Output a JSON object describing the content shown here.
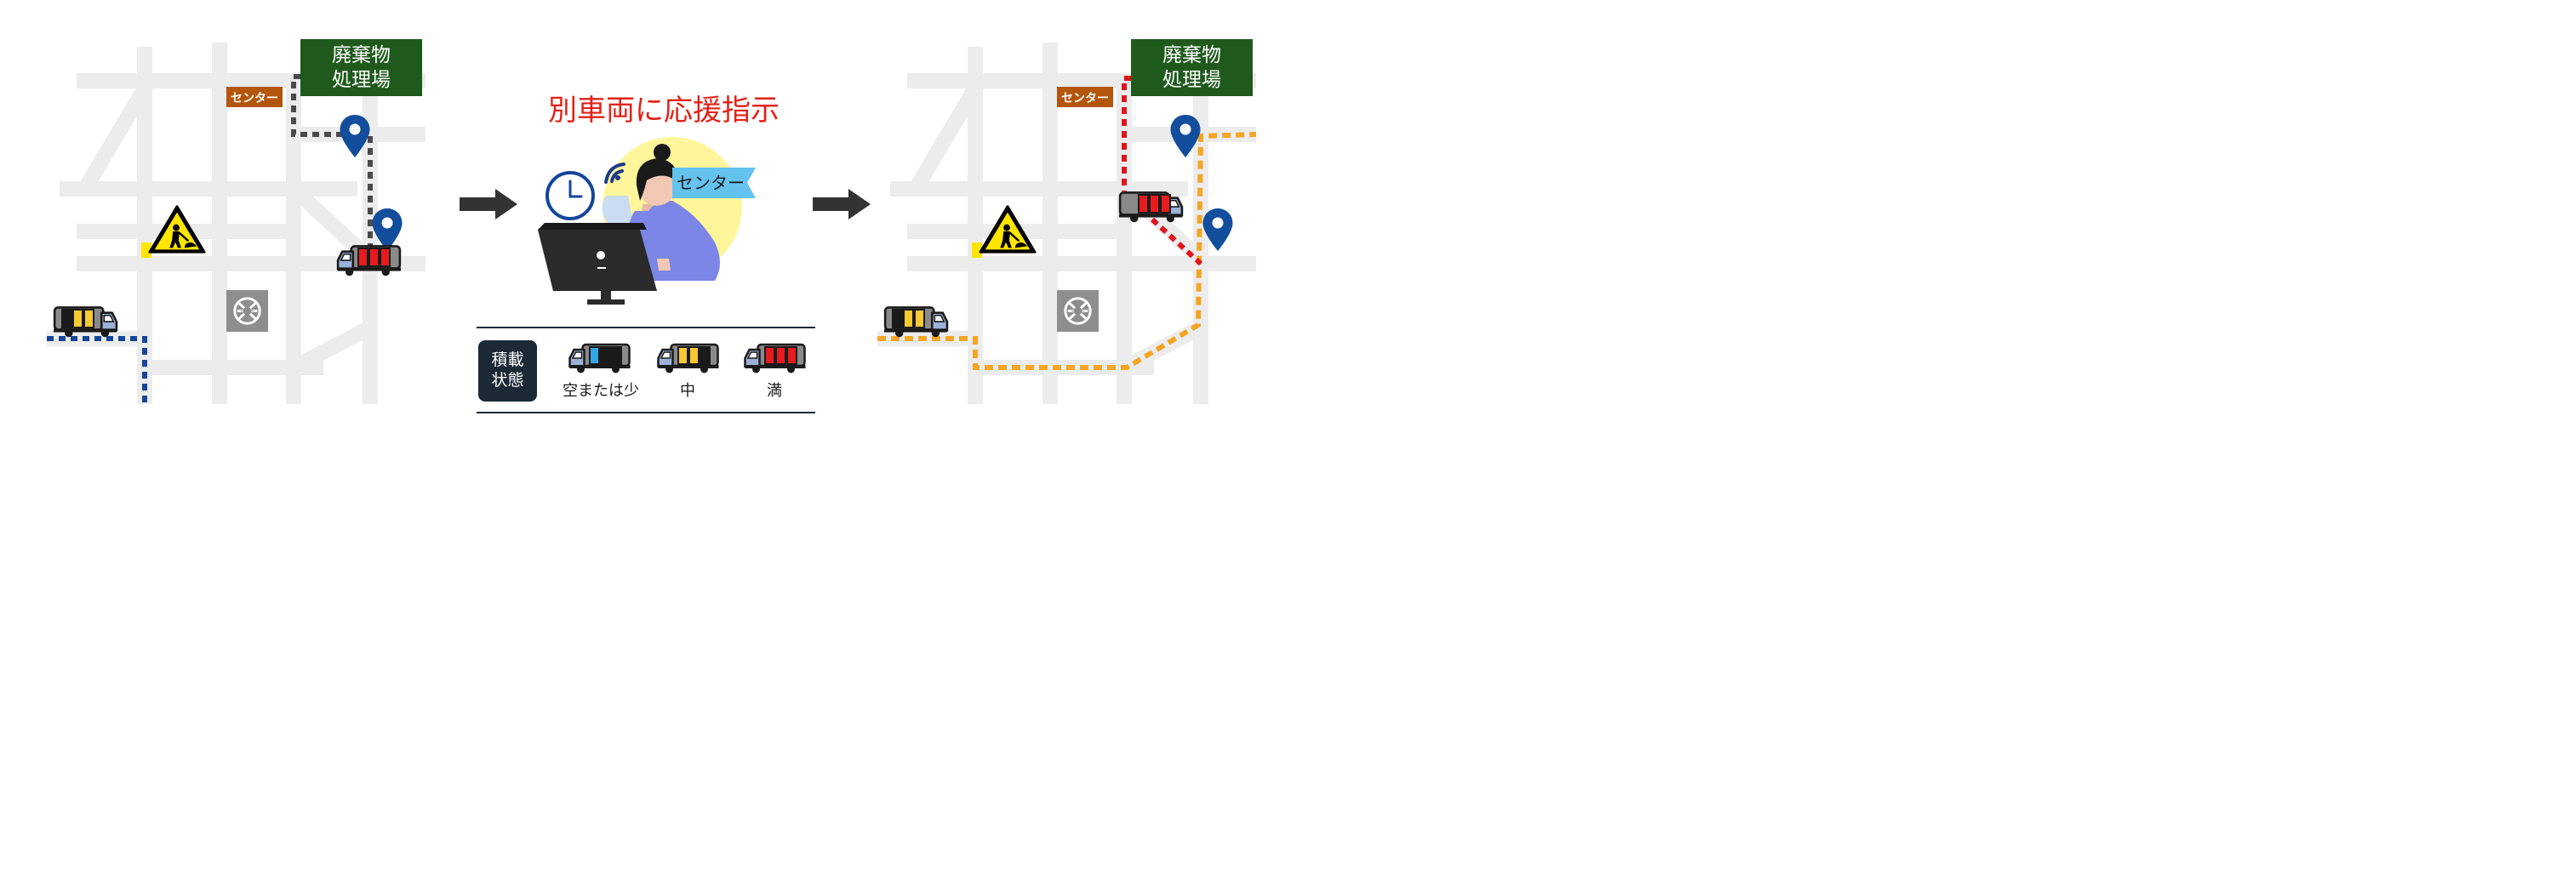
{
  "title": "別車両に応援指示",
  "colors": {
    "road": "#ececec",
    "facility_bg": "#1f5a1c",
    "center_bg": "#b3560b",
    "title_red": "#e32118",
    "pin_blue": "#124e9c",
    "route_gray": "#4a4a4a",
    "route_blue": "#13469a",
    "route_red": "#e0141d",
    "route_orange": "#f5a524",
    "yellow_mark": "#ffe500",
    "load_empty": "#35a6e6",
    "load_mid": "#f7c933",
    "load_full": "#e81b1f",
    "legend_box": "#1c2a36",
    "speech_blue": "#64c2ee",
    "halo_yellow": "#fff59a",
    "operator_purple": "#7b86e6",
    "monitor_dark": "#2b2b2b"
  },
  "before_map": {
    "facility_label": "廃棄物\n処理場",
    "center_label": "センター",
    "icons": [
      "construction-sign-icon",
      "crossing-sign-icon",
      "location-pin-icon",
      "garbage-truck-icon"
    ]
  },
  "after_map": {
    "facility_label": "廃棄物\n処理場",
    "center_label": "センター",
    "icons": [
      "construction-sign-icon",
      "crossing-sign-icon",
      "location-pin-icon",
      "garbage-truck-icon"
    ]
  },
  "operator": {
    "speech_label": "センター",
    "icons": [
      "clock-icon",
      "wifi-signal-icon",
      "computer-monitor-icon",
      "operator-person-icon"
    ]
  },
  "legend": {
    "heading": "積載\n状態",
    "items": [
      {
        "label": "空または少",
        "level": "empty"
      },
      {
        "label": "中",
        "level": "mid"
      },
      {
        "label": "満",
        "level": "full"
      }
    ]
  }
}
